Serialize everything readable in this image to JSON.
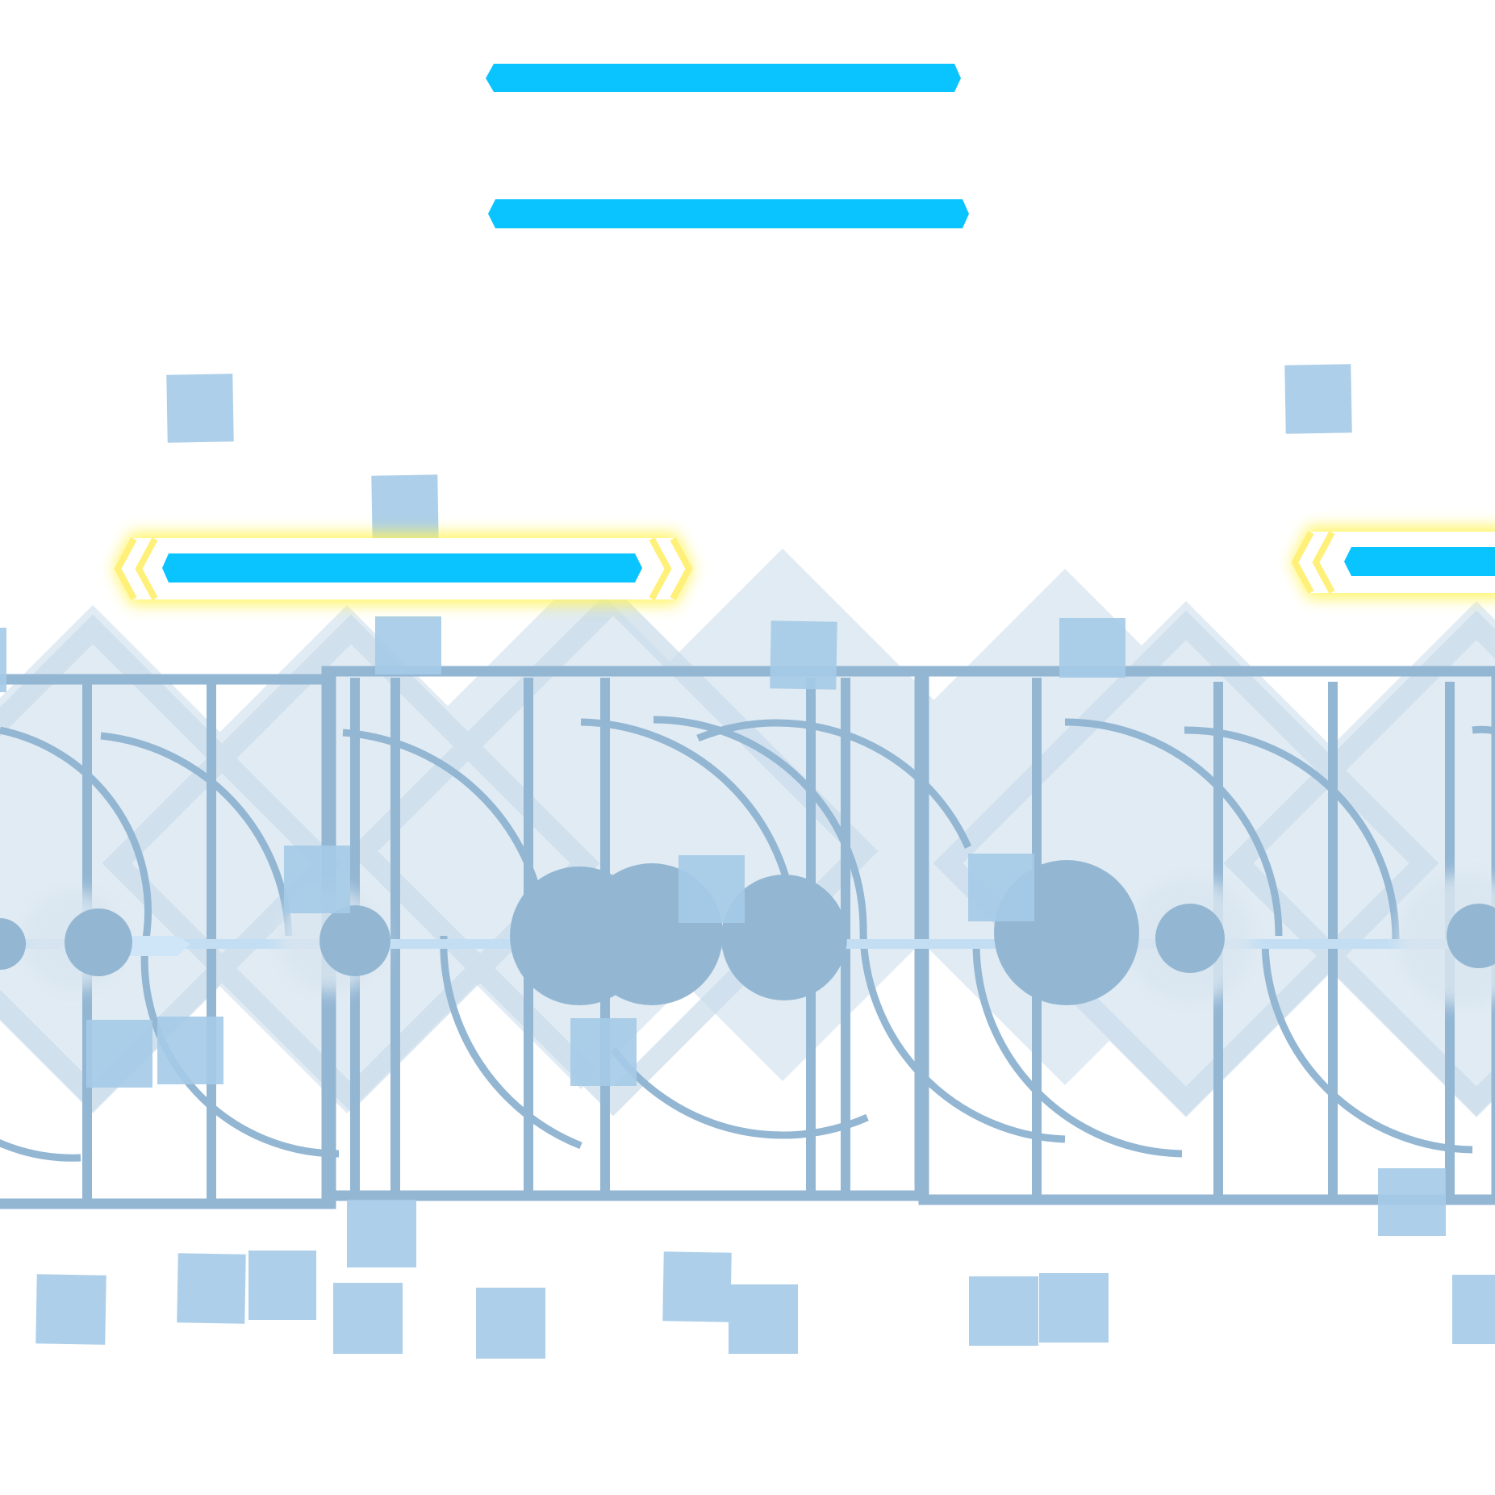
{
  "scene": {
    "background": "#ffffff",
    "colors": {
      "note_bar": "#0ac4ff",
      "highlight_glow": "#fff45a",
      "highlight_frame": "#ffffff",
      "scaffold_stroke": "#93b6d3",
      "scaffold_fill": "#c9dceb",
      "block": "#a6cbe7",
      "orb": "#93b7d3",
      "orb_halo": "#d9e6f0",
      "track_line": "#c3def3"
    },
    "icons": [
      "note-bar",
      "highlighted-note",
      "chevron-left-icon",
      "chevron-right-icon",
      "scatter-block",
      "orb",
      "diamond",
      "scaffold-frame",
      "arc"
    ],
    "notes": [
      {
        "name": "note-bar-top",
        "state": "falling"
      },
      {
        "name": "note-bar-second",
        "state": "falling"
      },
      {
        "name": "note-bar-active-left",
        "state": "highlighted"
      },
      {
        "name": "note-bar-active-right",
        "state": "highlighted"
      }
    ]
  }
}
